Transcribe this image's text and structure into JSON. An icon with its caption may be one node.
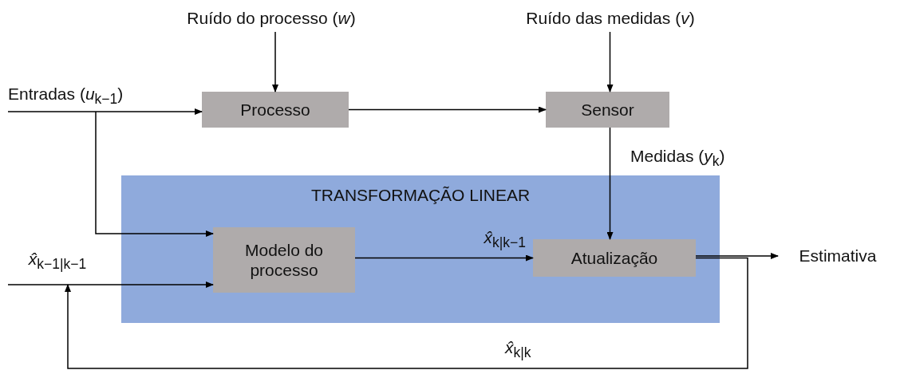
{
  "diagram": {
    "nodes": [
      {
        "text": [
          "Ruído do processo (*w*)"
        ]
      },
      {
        "text": [
          "Ruído das medidas (*v*)"
        ]
      },
      {
        "text": [
          "Entradas (*u*$_{k−1}$)"
        ]
      },
      {
        "text": [
          "Processo"
        ]
      },
      {
        "text": [
          "Sensor"
        ]
      },
      {
        "text": [
          "TRANSFORMAÇÃO LINEAR"
        ]
      },
      {
        "text": [
          "Modelo do processo"
        ],
        "in": 5
      },
      {
        "text": [
          "Atualização"
        ],
        "in": 5
      },
      {
        "text": [
          "*x̂*$_{k−1|k−1}$"
        ]
      },
      {
        "text": [
          "Estimativa"
        ]
      }
    ],
    "edges": [
      {
        "from": 0,
        "to": 3,
        "arrow": "to"
      },
      {
        "from": 1,
        "to": 4,
        "arrow": "to"
      },
      {
        "from": 2,
        "to": 3,
        "arrow": "to"
      },
      {
        "from": 2,
        "to": 6,
        "arrow": "to"
      },
      {
        "from": 3,
        "to": 4,
        "arrow": "to"
      },
      {
        "from": 4,
        "to": 7,
        "arrow": "to",
        "label": "Medidas (*y*$_{k}$)"
      },
      {
        "from": 8,
        "to": 6,
        "arrow": "to"
      },
      {
        "from": 6,
        "to": 7,
        "arrow": "to",
        "label": "*x̂*$_{k|k−1}$"
      },
      {
        "from": 7,
        "to": 9,
        "arrow": "to"
      },
      {
        "from": 7,
        "to": 8,
        "arrow": "to",
        "label": "*x̂*$_{k|k}$"
      }
    ]
  }
}
